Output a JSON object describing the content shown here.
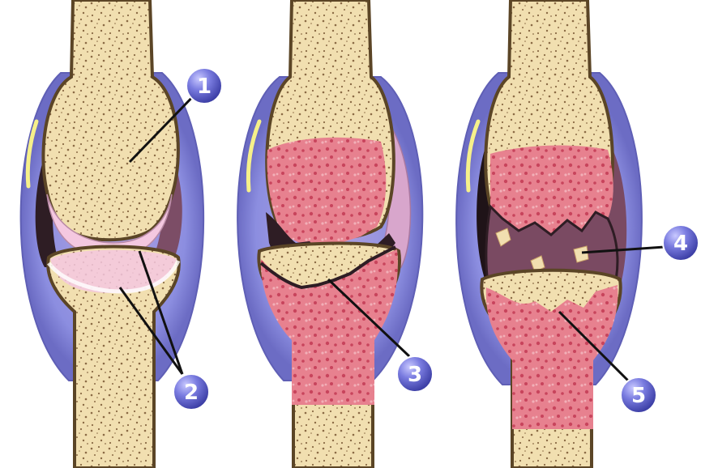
{
  "figure": {
    "panels": [
      {
        "id": "healthy-joint"
      },
      {
        "id": "cartilage-erosion-joint"
      },
      {
        "id": "bone-erosion-joint"
      }
    ],
    "callouts": [
      {
        "label": "1"
      },
      {
        "label": "2"
      },
      {
        "label": "3"
      },
      {
        "label": "4"
      },
      {
        "label": "5"
      }
    ],
    "colors": {
      "bone": "#f1dfb0",
      "bone_spots": "#8a6a45",
      "bone_outline": "#5b4526",
      "cartilage": "#f4c8e0",
      "inflamed_bone": "#e7818f",
      "inflamed_spots": "#c8445c",
      "capsule_outer": "#8c8ee0",
      "capsule_inner": "#b497c9",
      "synovium_dark": "#3a2330",
      "joint_space": "#8a5a72",
      "callout_fill": "#6d6fd6"
    }
  }
}
